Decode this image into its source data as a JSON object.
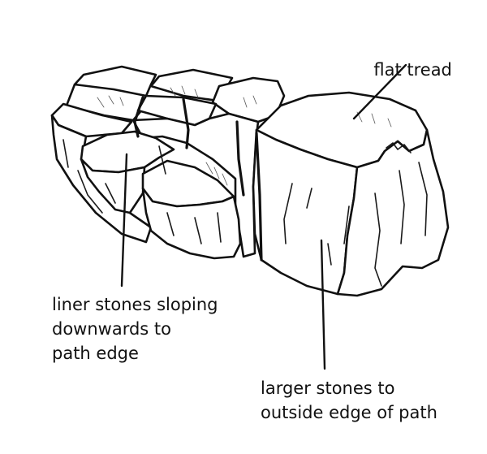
{
  "labels": {
    "flat_tread": "flat tread",
    "liner_line1": "liner stones sloping",
    "liner_line2": "downwards to",
    "liner_line3": "path edge",
    "larger_line1": "larger stones to",
    "larger_line2": "outside edge of path"
  },
  "colors": {
    "ink": "#111111",
    "paper": "#ffffff"
  }
}
